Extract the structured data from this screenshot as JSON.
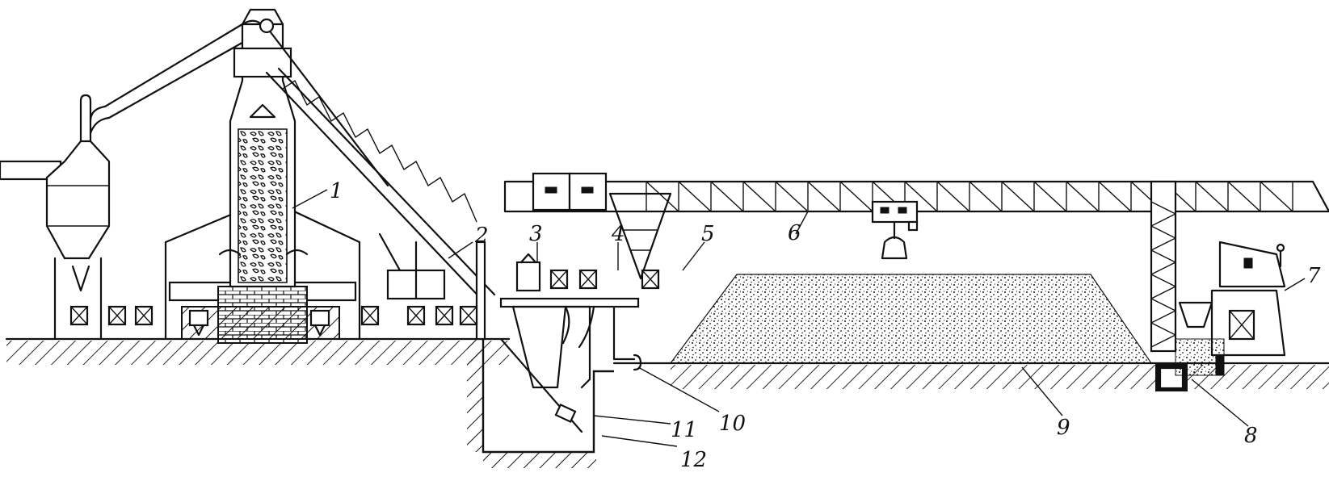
{
  "callouts": {
    "c1": "1",
    "c2": "2",
    "c3": "3",
    "c4": "4",
    "c5": "5",
    "c6": "6",
    "c7": "7",
    "c8": "8",
    "c9": "9",
    "c10": "10",
    "c11": "11",
    "c12": "12"
  },
  "colors": {
    "ink": "#111111",
    "paper": "#ffffff"
  }
}
